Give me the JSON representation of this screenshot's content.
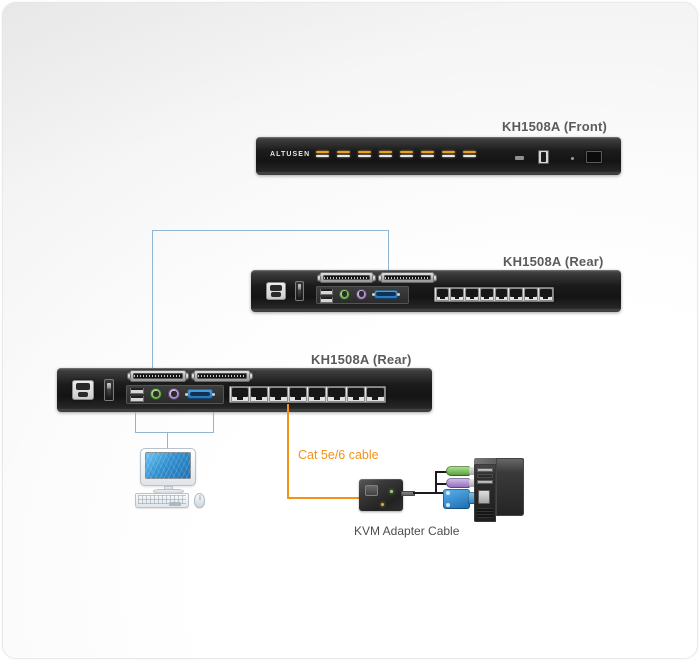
{
  "diagram": {
    "title_front": "KH1508A (Front)",
    "title_rear_mid": "KH1508A (Rear)",
    "title_rear_main": "KH1508A (Rear)",
    "cable_label": "Cat 5e/6 cable",
    "adapter_label": "KVM Adapter Cable",
    "brand": "ALTUSEN",
    "colors": {
      "cable_orange": "#f29318",
      "chain_blue": "#8fb7d4",
      "caption_gray": "#5b5b5b",
      "chassis_black": "#171717",
      "ps2_green": "#5fa83e",
      "ps2_purple": "#9f7fc4",
      "vga_blue": "#1f6fb5",
      "led_amber": "#e8a020"
    },
    "front_panel": {
      "led_count": 8,
      "led_top_color": "#e8a020",
      "led_bottom_color": "#e8e8e8"
    },
    "rear_panel": {
      "port_groups": [
        "power-socket",
        "power-switch",
        "usb-ports",
        "ps2-mouse-port",
        "ps2-keyboard-port",
        "vga-port",
        "daisy-chain-in",
        "daisy-chain-out",
        "kvm-station-ports"
      ],
      "rj45_count": 8,
      "usb_count": 2,
      "db25_count": 2
    },
    "console": {
      "devices": [
        "lcd-monitor",
        "keyboard",
        "mouse"
      ]
    },
    "adapter": {
      "connectors": [
        "ps2-mouse-connector",
        "ps2-keyboard-connector",
        "vga-connector"
      ],
      "target": "pc-tower"
    }
  }
}
